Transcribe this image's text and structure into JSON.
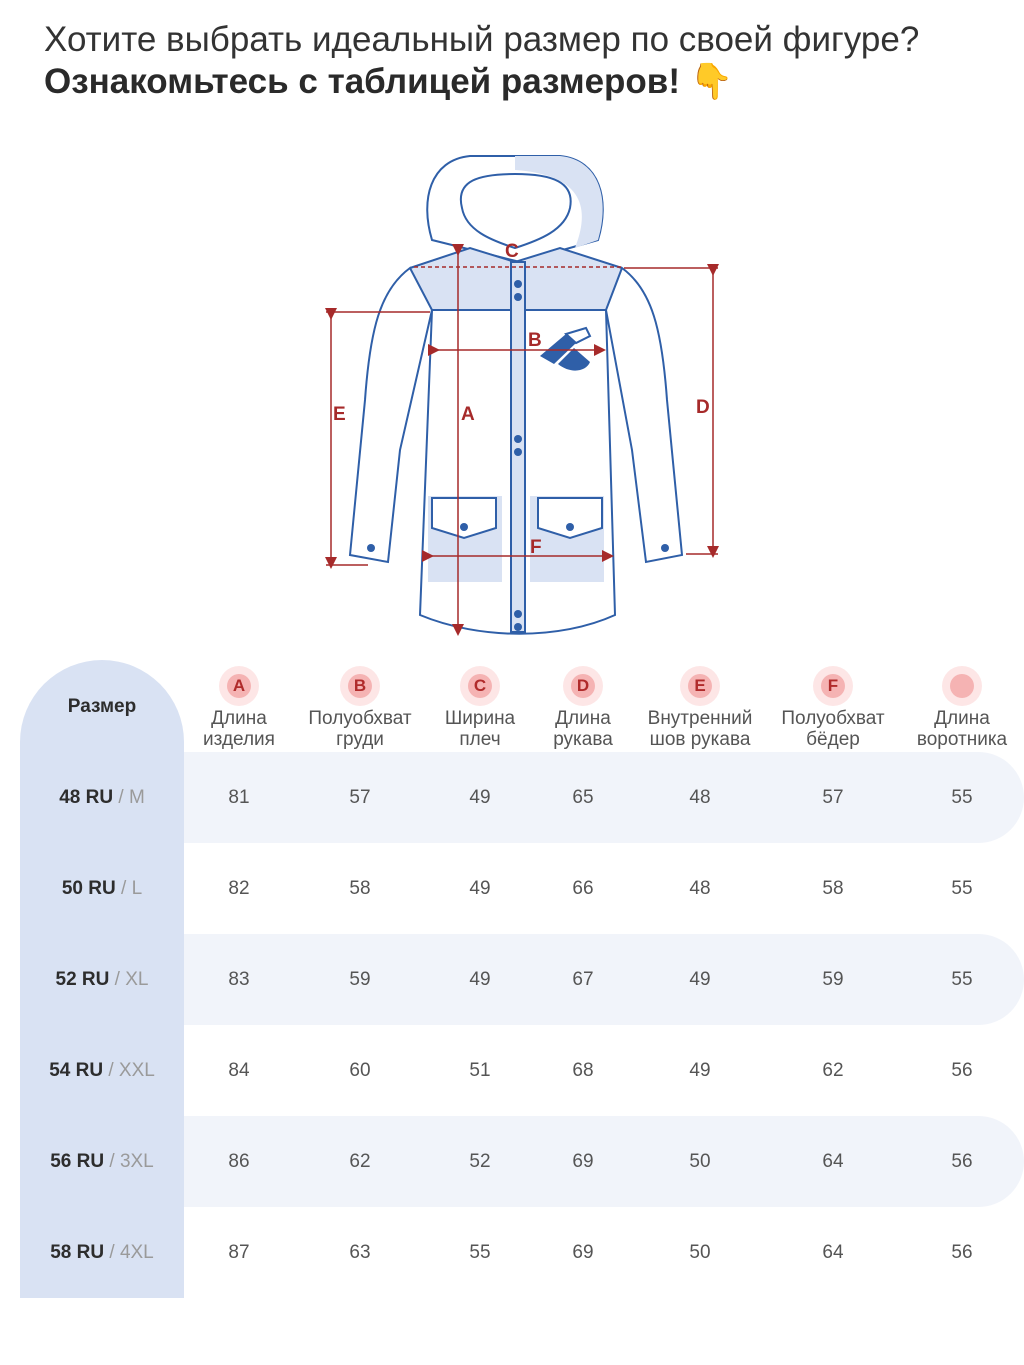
{
  "heading": {
    "line1": "Хотите выбрать идеальный размер по своей фигуре?",
    "line2": "Ознакомьтесь с таблицей размеров!",
    "emoji": "👇"
  },
  "diagram": {
    "labels": {
      "a": "A",
      "b": "B",
      "c": "C",
      "d": "D",
      "e": "E",
      "f": "F"
    }
  },
  "table": {
    "size_header": "Размер",
    "columns": [
      {
        "letter": "A",
        "line1": "Длина",
        "line2": "изделия"
      },
      {
        "letter": "B",
        "line1": "Полуобхват",
        "line2": "груди"
      },
      {
        "letter": "C",
        "line1": "Ширина",
        "line2": "плеч"
      },
      {
        "letter": "D",
        "line1": "Длина",
        "line2": "рукава"
      },
      {
        "letter": "E",
        "line1": "Внутренний",
        "line2": "шов рукава"
      },
      {
        "letter": "F",
        "line1": "Полуобхват",
        "line2": "бёдер"
      },
      {
        "letter": "",
        "line1": "Длина",
        "line2": "воротника"
      }
    ],
    "rows": [
      {
        "ru": "48 RU",
        "sep": " / ",
        "intl": "M",
        "values": [
          "81",
          "57",
          "49",
          "65",
          "48",
          "57",
          "55"
        ]
      },
      {
        "ru": "50 RU",
        "sep": " / ",
        "intl": "L",
        "values": [
          "82",
          "58",
          "49",
          "66",
          "48",
          "58",
          "55"
        ]
      },
      {
        "ru": "52 RU",
        "sep": " / ",
        "intl": "XL",
        "values": [
          "83",
          "59",
          "49",
          "67",
          "49",
          "59",
          "55"
        ]
      },
      {
        "ru": "54 RU",
        "sep": " / ",
        "intl": "XXL",
        "values": [
          "84",
          "60",
          "51",
          "68",
          "49",
          "62",
          "56"
        ]
      },
      {
        "ru": "56 RU",
        "sep": " / ",
        "intl": "3XL",
        "values": [
          "86",
          "62",
          "52",
          "69",
          "50",
          "64",
          "56"
        ]
      },
      {
        "ru": "58 RU",
        "sep": " / ",
        "intl": "4XL",
        "values": [
          "87",
          "63",
          "55",
          "69",
          "50",
          "64",
          "56"
        ]
      }
    ]
  },
  "colors": {
    "accent_red": "#a62a2a",
    "jacket_blue": "#2f5fa8",
    "panel_blue": "#d9e2f3",
    "row_tint": "#f1f4fa"
  }
}
